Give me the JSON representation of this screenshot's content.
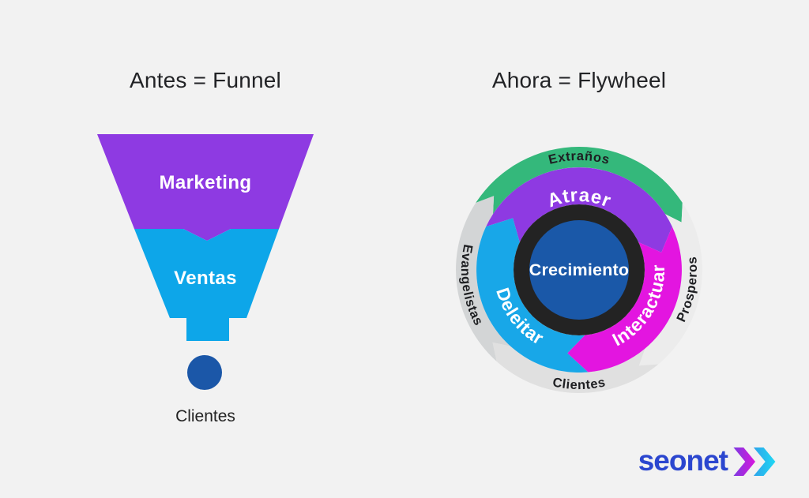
{
  "page": {
    "background_color": "#f2f2f2"
  },
  "left_panel": {
    "title": "Antes = Funnel",
    "funnel": {
      "stages": [
        {
          "label": "Marketing",
          "color": "#8e3ae2"
        },
        {
          "label": "Ventas",
          "color": "#0da6e9"
        }
      ],
      "outcome": {
        "label": "Clientes",
        "color": "#1b57a8"
      }
    }
  },
  "right_panel": {
    "title": "Ahora = Flywheel",
    "flywheel": {
      "center": {
        "label": "Crecimiento",
        "fill": "#1a58a8",
        "ring_color": "#232323"
      },
      "inner_segments": [
        {
          "label": "Atraer",
          "color": "#8e3ae2",
          "a1": -65,
          "a2": 65
        },
        {
          "label": "Interactuar",
          "color": "#e315e0",
          "a1": 65,
          "a2": 175
        },
        {
          "label": "Deleitar",
          "color": "#18a7e8",
          "a1": 175,
          "a2": 295
        }
      ],
      "outer_segments": [
        {
          "label": "Extraños",
          "color": "#34b87b",
          "a1": -57,
          "a2": 57
        },
        {
          "label": "Prosperos",
          "color": "#ececec",
          "a1": 57,
          "a2": 140
        },
        {
          "label": "Clientes",
          "color": "#e0e0e0",
          "a1": 140,
          "a2": 222
        },
        {
          "label": "Evangelistas",
          "color": "#d3d5d6",
          "a1": 222,
          "a2": 303
        }
      ]
    }
  },
  "footer": {
    "logo_text": "seonet",
    "logo_color": "#2b46cf",
    "chevron1_colors": [
      "#7d3be0",
      "#d916dd"
    ],
    "chevron2_colors": [
      "#2fa3ea",
      "#1fd8f3"
    ]
  }
}
